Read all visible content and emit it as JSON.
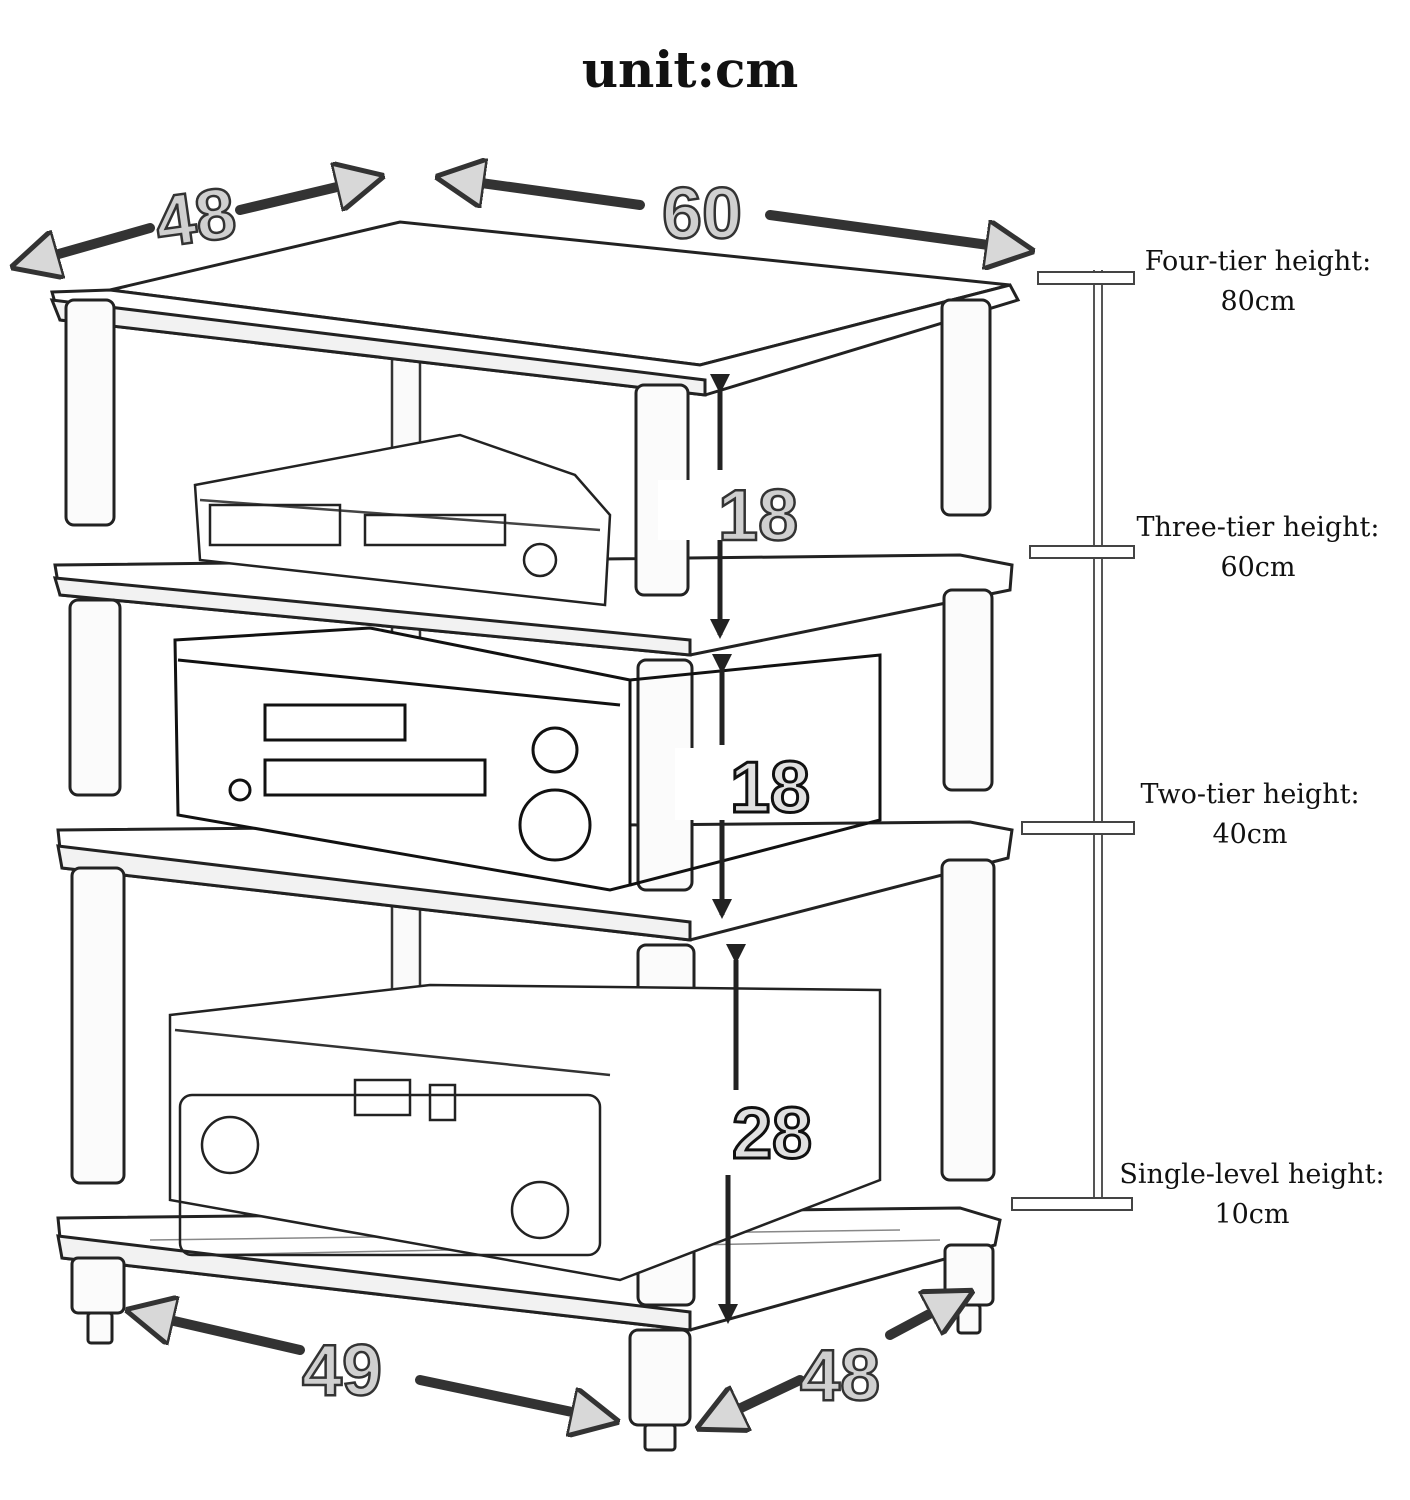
{
  "title": "unit:cm",
  "dimensions": {
    "top_depth": "48",
    "top_width": "60",
    "gap_top": "18",
    "gap_middle": "18",
    "gap_bottom": "28",
    "bottom_width": "49",
    "bottom_depth": "48"
  },
  "heights": [
    {
      "label": "Four-tier height:",
      "value": "80cm"
    },
    {
      "label": "Three-tier height:",
      "value": "60cm"
    },
    {
      "label": "Two-tier height:",
      "value": "40cm"
    },
    {
      "label": "Single-level height:",
      "value": "10cm"
    }
  ],
  "colors": {
    "line": "#222222",
    "dimension_fill": "#d0d0d0",
    "dimension_stroke": "#333333"
  }
}
